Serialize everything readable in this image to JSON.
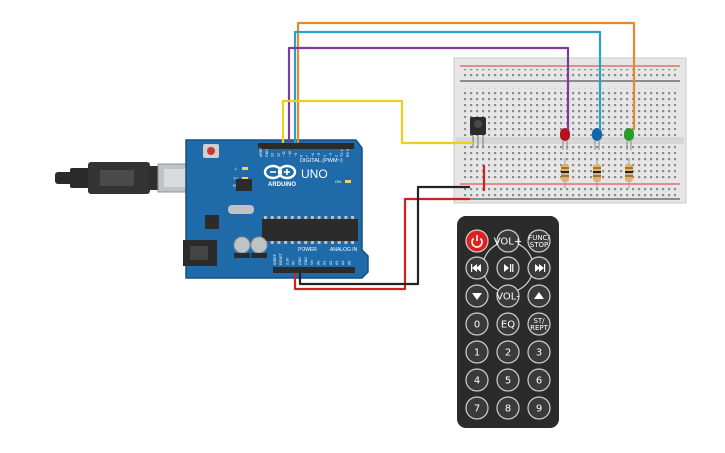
{
  "arduino": {
    "logo_text": "ARDUINO",
    "model": "UNO",
    "digital_label": "DIGITAL (PWM~)",
    "power_label": "POWER",
    "analog_label": "ANALOG IN",
    "led_labels": [
      "L",
      "TX",
      "RX"
    ],
    "on_label": "ON",
    "header_top_labels": [
      "AREF",
      "GND",
      "13",
      "12",
      "~11",
      "~10",
      "~9",
      "8",
      "7",
      "~6",
      "~5",
      "4",
      "~3",
      "2",
      "TX 1",
      "RX 0"
    ],
    "header_bottom_labels": [
      "IOREF",
      "RESET",
      "3.3V",
      "5V",
      "GND",
      "GND",
      "Vin",
      "A0",
      "A1",
      "A2",
      "A3",
      "A4",
      "A5"
    ]
  },
  "remote": {
    "buttons": [
      {
        "id": "power",
        "label": "",
        "icon": "power-icon"
      },
      {
        "id": "vol-plus",
        "label": "VOL+"
      },
      {
        "id": "func-stop",
        "label": "FUNC/",
        "label2": "STOP"
      },
      {
        "id": "prev",
        "label": "",
        "icon": "skip-back-icon"
      },
      {
        "id": "play-pause",
        "label": "",
        "icon": "play-pause-icon"
      },
      {
        "id": "next",
        "label": "",
        "icon": "skip-forward-icon"
      },
      {
        "id": "down",
        "label": "",
        "icon": "down-triangle-icon"
      },
      {
        "id": "vol-minus",
        "label": "VOL-"
      },
      {
        "id": "up",
        "label": "",
        "icon": "up-triangle-icon"
      },
      {
        "id": "0",
        "label": "0"
      },
      {
        "id": "eq",
        "label": "EQ"
      },
      {
        "id": "st-rept",
        "label": "ST/",
        "label2": "REPT"
      },
      {
        "id": "1",
        "label": "1"
      },
      {
        "id": "2",
        "label": "2"
      },
      {
        "id": "3",
        "label": "3"
      },
      {
        "id": "4",
        "label": "4"
      },
      {
        "id": "5",
        "label": "5"
      },
      {
        "id": "6",
        "label": "6"
      },
      {
        "id": "7",
        "label": "7"
      },
      {
        "id": "8",
        "label": "8"
      },
      {
        "id": "9",
        "label": "9"
      }
    ]
  },
  "colors": {
    "arduino_blue": "#1f6aa8",
    "breadboard": "#e6e6e6",
    "wire_orange": "#e08a2c",
    "wire_cyan": "#2aa1c9",
    "wire_purple": "#7b3c9a",
    "wire_yellow": "#f2cc1b",
    "wire_red": "#cc2222",
    "wire_black": "#222222",
    "led_red": "#b5121b",
    "led_blue": "#1565a8",
    "led_green": "#2d9a2d",
    "remote_body": "#2b2b2b",
    "power_button": "#e02020"
  }
}
